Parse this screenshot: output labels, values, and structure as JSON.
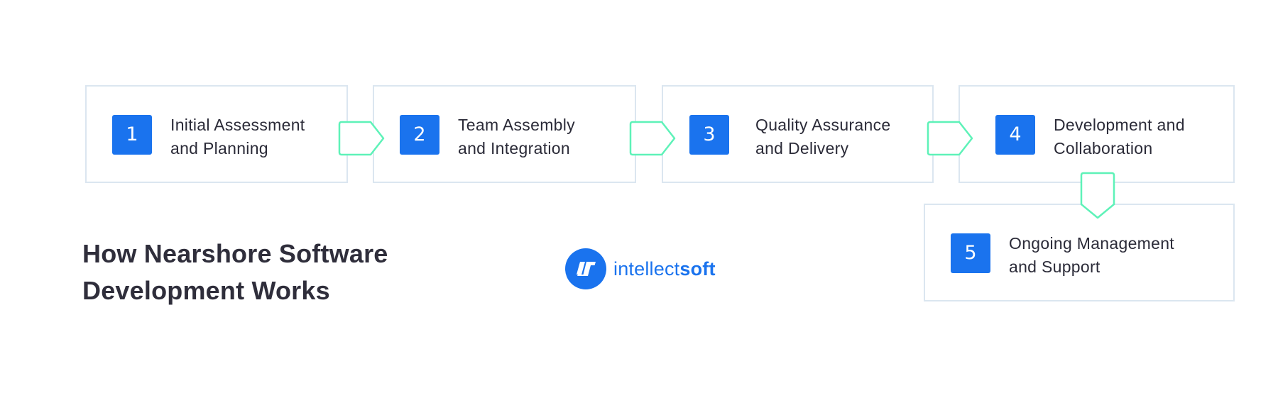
{
  "title": {
    "line1": "How Nearshore Software",
    "line2": "Development Works"
  },
  "steps": [
    {
      "number": "1",
      "line1": "Initial Assessment",
      "line2": "and Planning"
    },
    {
      "number": "2",
      "line1": "Team Assembly",
      "line2": "and Integration"
    },
    {
      "number": "3",
      "line1": "Quality Assurance",
      "line2": "and Delivery"
    },
    {
      "number": "4",
      "line1": "Development and",
      "line2": "Collaboration"
    },
    {
      "number": "5",
      "line1": "Ongoing Management",
      "line2": "and Support"
    }
  ],
  "logo": {
    "text_light": "intellect",
    "text_bold": "soft"
  },
  "colors": {
    "accent_blue": "#1a73ee",
    "arrow_green": "#5ef2b8",
    "box_border": "#dbe6f0",
    "text_dark": "#2b2b38"
  }
}
